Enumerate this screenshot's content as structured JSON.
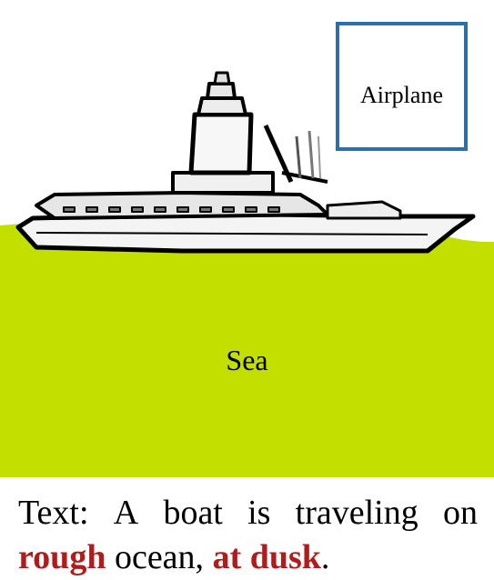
{
  "diagram": {
    "region_labels": {
      "sea": "Sea",
      "airplane": "Airplane"
    },
    "colors": {
      "sea": "#c3df00",
      "box_border": "#2f6fa8",
      "highlight": "#b01c1c"
    },
    "icons": [
      "ship-sketch-icon"
    ]
  },
  "caption": {
    "line1_words": [
      "Text:",
      "A",
      "boat",
      "is",
      "traveling",
      "on"
    ],
    "rough": "rough",
    "ocean": " ocean, ",
    "at_dusk": "at dusk",
    "period": "."
  }
}
